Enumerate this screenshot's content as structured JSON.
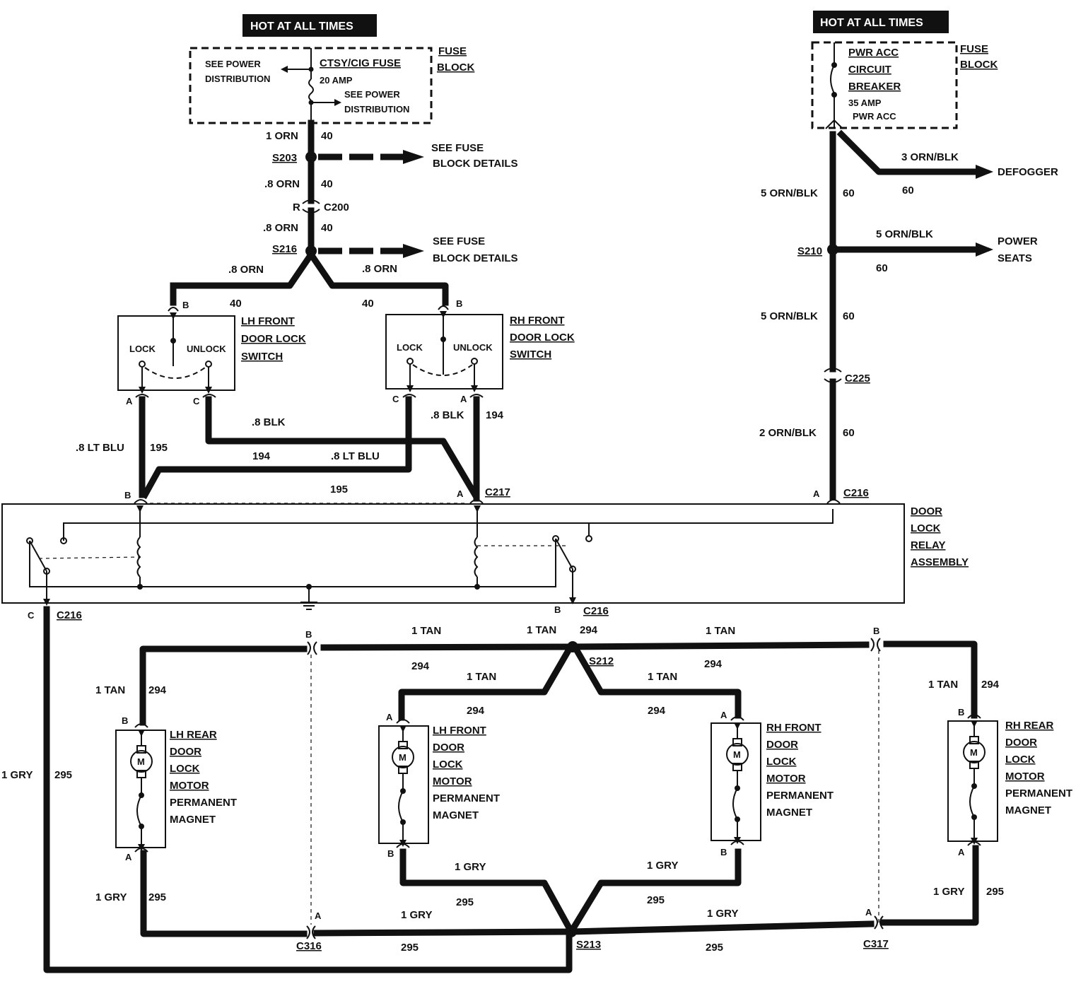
{
  "hot_left": "HOT AT ALL TIMES",
  "hot_right": "HOT AT ALL TIMES",
  "fuse_block_left": {
    "title1": "FUSE",
    "title2": "BLOCK",
    "fuse_name": "CTSY/CIG FUSE",
    "rating": "20 AMP",
    "see_power_1a": "SEE POWER",
    "see_power_1b": "DISTRIBUTION",
    "see_power_2a": "SEE POWER",
    "see_power_2b": "DISTRIBUTION"
  },
  "fuse_block_right": {
    "title1": "FUSE",
    "title2": "BLOCK",
    "breaker1": "PWR ACC",
    "breaker2": "CIRCUIT",
    "breaker3": "BREAKER",
    "rating": "35 AMP",
    "sub": "PWR ACC"
  },
  "left_feed": {
    "w1": "1 ORN",
    "w1n": "40",
    "s203": "S203",
    "see_fuse_1a": "SEE FUSE",
    "see_fuse_1b": "BLOCK DETAILS",
    "w2": ".8 ORN",
    "w2n": "40",
    "c200_r": "R",
    "c200": "C200",
    "w3": ".8 ORN",
    "w3n": "40",
    "s216": "S216",
    "see_fuse_2a": "SEE FUSE",
    "see_fuse_2b": "BLOCK DETAILS",
    "lh_w": ".8 ORN",
    "lh_n": "40",
    "rh_w": ".8 ORN",
    "rh_n": "40"
  },
  "lh_switch": {
    "title1": "LH FRONT",
    "title2": "DOOR LOCK",
    "title3": "SWITCH",
    "lock": "LOCK",
    "unlock": "UNLOCK",
    "pin_b": "B",
    "pin_a": "A",
    "pin_c": "C"
  },
  "rh_switch": {
    "title1": "RH FRONT",
    "title2": "DOOR LOCK",
    "title3": "SWITCH",
    "lock": "LOCK",
    "unlock": "UNLOCK",
    "pin_b": "B",
    "pin_a": "A",
    "pin_c": "C"
  },
  "switch_wires": {
    "lh_a_w": ".8 LT BLU",
    "lh_a_n": "195",
    "blk": ".8 BLK",
    "n194": "194",
    "lt_blu": ".8 LT BLU",
    "n195": "195",
    "rh_blk": ".8 BLK",
    "rh_n": "194"
  },
  "relay": {
    "title1": "DOOR",
    "title2": "LOCK",
    "title3": "RELAY",
    "title4": "ASSEMBLY",
    "pin_b": "B",
    "pin_a1": "A",
    "c217": "C217",
    "pin_a2": "A",
    "c216_top": "C216",
    "pin_c": "C",
    "c216_left": "C216",
    "pin_b2": "B",
    "c216_bottom": "C216"
  },
  "right_feed": {
    "w1": "5 ORN/BLK",
    "n1": "60",
    "defog_w": "3 ORN/BLK",
    "defog_n": "60",
    "defogger": "DEFOGGER",
    "s210": "S210",
    "ps_w": "5 ORN/BLK",
    "ps_n": "60",
    "power": "POWER",
    "seats": "SEATS",
    "w2": "5 ORN/BLK",
    "n2": "60",
    "c225": "C225",
    "w3": "2 ORN/BLK",
    "n3": "60"
  },
  "tan_wiring": {
    "t1": "1 TAN",
    "n1": "294",
    "t2": "1 TAN",
    "n2": "294",
    "t3": "1 TAN",
    "n3": "294",
    "t4": "1 TAN",
    "n4": "294",
    "t5": "1 TAN",
    "n5": "294",
    "t6": "1 TAN",
    "n6": "294",
    "t7": "1 TAN",
    "n7": "294",
    "s212": "S212",
    "pin_b_l": "B",
    "pin_b_r": "B"
  },
  "gry_wiring": {
    "g1": "1 GRY",
    "n1": "295",
    "g2": "1 GRY",
    "n2": "295",
    "g3": "1 GRY",
    "n3": "295",
    "g4": "1 GRY",
    "n4": "295",
    "g5": "1 GRY",
    "n5": "295",
    "g6": "1 GRY",
    "n6": "295",
    "g7": "1 GRY",
    "n7": "295",
    "s213": "S213",
    "c316": "C316",
    "c317": "C317",
    "pin_a_l": "A",
    "pin_a_r": "A"
  },
  "motors": [
    {
      "l1": "LH REAR",
      "l2": "DOOR",
      "l3": "LOCK",
      "l4": "MOTOR",
      "l5": "PERMANENT",
      "l6": "MAGNET",
      "top_pin": "B",
      "bot_pin": "A",
      "m": "M"
    },
    {
      "l1": "LH FRONT",
      "l2": "DOOR",
      "l3": "LOCK",
      "l4": "MOTOR",
      "l5": "PERMANENT",
      "l6": "MAGNET",
      "top_pin": "A",
      "bot_pin": "B",
      "m": "M"
    },
    {
      "l1": "RH FRONT",
      "l2": "DOOR",
      "l3": "LOCK",
      "l4": "MOTOR",
      "l5": "PERMANENT",
      "l6": "MAGNET",
      "top_pin": "A",
      "bot_pin": "B",
      "m": "M"
    },
    {
      "l1": "RH REAR",
      "l2": "DOOR",
      "l3": "LOCK",
      "l4": "MOTOR",
      "l5": "PERMANENT",
      "l6": "MAGNET",
      "top_pin": "B",
      "bot_pin": "A",
      "m": "M"
    }
  ]
}
